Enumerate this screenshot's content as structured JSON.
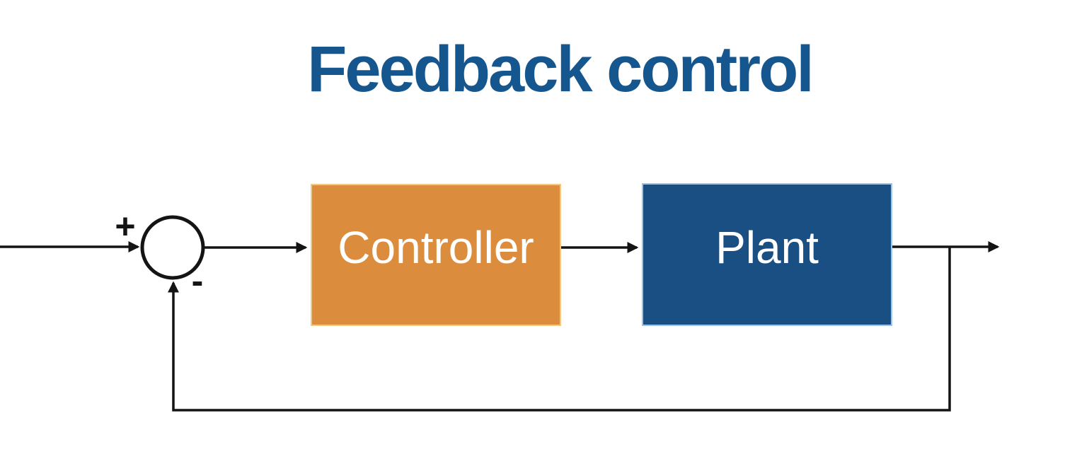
{
  "title": {
    "text": "Feedback control"
  },
  "colors": {
    "background": "#FFFFFF",
    "title_color": "#16568F",
    "controller_fill": "#DB8C3C",
    "controller_border": "#EFC988",
    "plant_fill": "#194F82",
    "plant_border": "#9DC3E6",
    "block_text_color": "#FFFFFF",
    "line_color": "#141414"
  },
  "diagram": {
    "summing_junction": {
      "plus_label": "+",
      "minus_label": "-"
    },
    "blocks": [
      {
        "label": "Controller"
      },
      {
        "label": "Plant"
      }
    ]
  }
}
